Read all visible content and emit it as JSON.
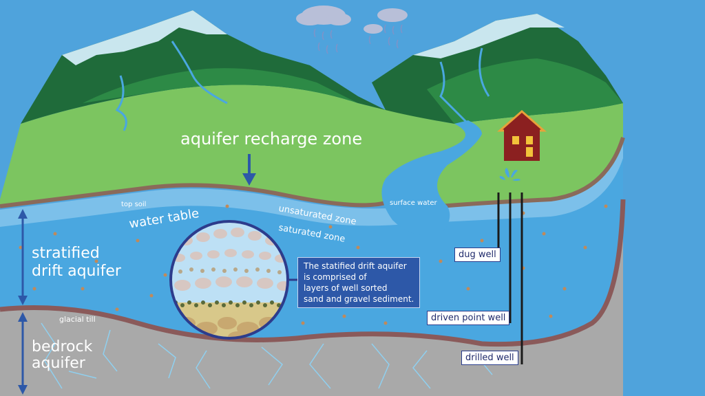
{
  "labels": {
    "recharge_zone": "aquifer recharge zone",
    "top_soil": "top soil",
    "water_table": "water table",
    "unsaturated_zone": "unsaturated zone",
    "saturated_zone": "saturated zone",
    "stratified_line1": "stratified",
    "stratified_line2": "drift aquifer",
    "glacial_till": "glacial till",
    "bedrock_line1": "bedrock",
    "bedrock_line2": "aquifer",
    "surface_water": "surface water"
  },
  "wells": {
    "dug": "dug well",
    "driven_point": "driven point well",
    "drilled": "drilled well"
  },
  "callout": {
    "line1": "The statified drift aquifer",
    "line2": "is comprised of",
    "line3": "layers of well sorted",
    "line4": "sand and gravel sediment."
  },
  "colors": {
    "background": "#4fa3dc",
    "grass": "#7cc560",
    "mountain_dark": "#1f6b3a",
    "snow": "#c9e6ee",
    "aquifer": "#4aa7e0",
    "bedrock": "#a9a9a9",
    "soil_line": "#8a6a5a",
    "callout_bg": "#2d58a8",
    "house": "#8b2020"
  }
}
